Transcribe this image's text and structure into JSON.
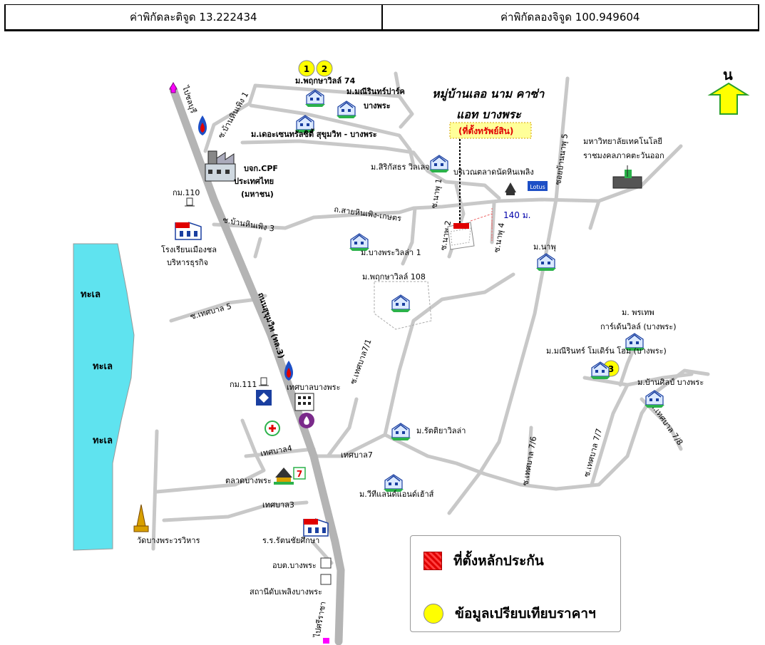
{
  "coords": {
    "lat_label": "ค่าพิกัดละติจูด 13.222434",
    "lon_label": "ค่าพิกัดลองจิจูด 100.949604"
  },
  "title": {
    "line1": "หมู่บ้านเลอ นาม คาซ่า",
    "line2": "แอท บางพระ",
    "property_tag": "(ที่ตั้งทรัพย์สิน)"
  },
  "north_label": "น",
  "sea": [
    "ทะเล",
    "ทะเล",
    "ทะเล"
  ],
  "distance": "140 ม.",
  "markers": [
    "1",
    "2",
    "3"
  ],
  "legend": {
    "collateral": "ที่ตั้งหลักประกัน",
    "comparison": "ข้อมูลเปรียบเทียบราคาฯ"
  },
  "places": {
    "pruksa74": "ม.พฤกษาวิลล์ 74",
    "manee_park1": "ม.มณีรินทร์ปาร์ค",
    "manee_park2": "บางพระ",
    "centrecity": "ม.เดอะเซนทรัลซิตี้ สุขุมวิท - บางพระ",
    "cpf1": "บจก.CPF",
    "cpf2": "ประเทศไทย",
    "cpf3": "(มหาชน)",
    "km110": "กม.110",
    "sirikasorn": "ม.สิริกัสธร วิลเลจ",
    "market_area": "บริเวณตลาดนัดหินเพลิง",
    "lotus": "Lotus",
    "university1": "มหาวิทยาลัยเทคโนโลยี",
    "university2": "ราชมงคลภาคตะวันออก",
    "school_muang1": "โรงเรียนเมืองชล",
    "school_muang2": "บริหารธุรกิจ",
    "bangpra_villa1": "ม.บางพระวิลล่า 1",
    "napu": "ม.นาพุ",
    "pruksa108": "ม.พฤกษาวิลล์ 108",
    "porntep1": "ม. พรเทพ",
    "porntep2": "การ์เด้นวิลล์ (บางพระ)",
    "manee_modern": "ม.มณีรินทร์ โมเดิร์น โฮม (บางพระ)",
    "ban_silp": "ม.บ้านศิลป์ บางพระ",
    "km111": "กม.111",
    "tessaban_bangpra": "เทศบาลบางพระ",
    "ratdiya": "ม.รัตติยาวิลล่า",
    "market_bangpra": "ตลาดบางพระ",
    "vee_land": "ม.วีทีแลนด์แอนด์เฮ้าส์",
    "wat": "วัดบางพระวรวิหาร",
    "school_rattana": "ร.ร.รัตนชัยศึกษา",
    "obt": "อบต.บางพระ",
    "fire_station": "สถานีดับเพลิงบางพระ"
  },
  "roads": {
    "to_chonburi": "ไปชลบุรี",
    "to_sriracha": "ไปศรีราชา",
    "sukhumvit": "ถนนสุขุมวิท (ทล.3)",
    "ban_hin_ploeng1": "ซ.บ้านหินเพิง 1",
    "ban_hin_ploeng3": "ซ.บ้านหินเพิง 3",
    "sai_hin_ploeng": "ถ.สายหินเพิง-เกษตร",
    "napu1": "ซ.นาพุ 1",
    "napu2": "ซ.นาพุ 2",
    "napu4": "ซ.นาพุ 4",
    "ban_napu5": "ซอยบ้านนาพุ 5",
    "tessaban5": "ซ.เทศบาล 5",
    "tessaban7_1": "ซ.เทศบาล7/1",
    "tessaban4": "เทศบาล4",
    "tessaban7": "เทศบาล7",
    "tessaban3": "เทศบาล3",
    "tessaban7_6": "ซ.เทศบาล 7/6",
    "tessaban7_7": "ซ.เทศบาล 7/7",
    "tessaban7_8": "ซ.เทศบาล 7/8"
  },
  "colors": {
    "road": "#c8c8c8",
    "highway": "#b4b4b4",
    "sea": "#5fe3ef",
    "marker": "#ffff00",
    "property": "#e00000"
  }
}
